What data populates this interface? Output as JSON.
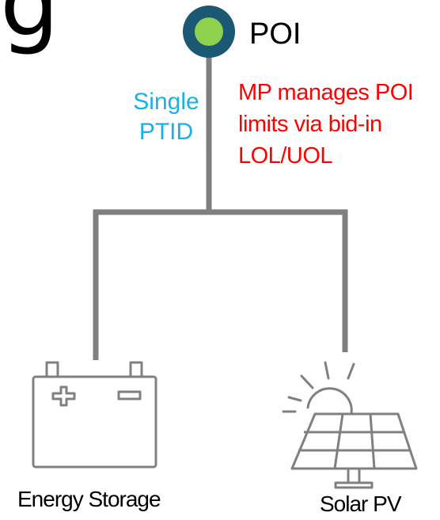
{
  "diagram": {
    "heading_fragment": "g",
    "poi": {
      "label": "POI",
      "outer_color": "#1b5873",
      "inner_color": "#8dd14f"
    },
    "line_color": "#7f7f7f",
    "ptid_label": "Single PTID",
    "ptid_color": "#1ab0e8",
    "mp_note": "MP manages POI limits via bid-in LOL/UOL",
    "mp_note_color": "#ff0000",
    "icons": {
      "battery": "battery-icon",
      "solar_panel": "solar-panel-icon",
      "sun": "sun-icon"
    },
    "energy_storage_label": "Energy Storage",
    "solar_pv_label": "Solar PV"
  }
}
